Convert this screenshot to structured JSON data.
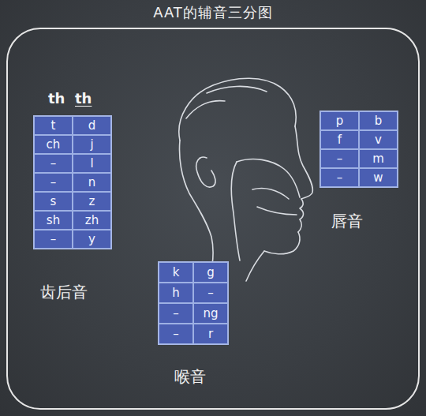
{
  "diagram": {
    "title": "AAT的辅音三分图",
    "nodes": [
      {
        "text": [
          "齿后音"
        ]
      },
      {
        "text": [
          "t"
        ],
        "in": 0
      },
      {
        "text": [
          "d"
        ],
        "in": 0
      },
      {
        "text": [
          "ch"
        ],
        "in": 0
      },
      {
        "text": [
          "j"
        ],
        "in": 0
      },
      {
        "text": [
          "–"
        ],
        "in": 0
      },
      {
        "text": [
          "l"
        ],
        "in": 0
      },
      {
        "text": [
          "–"
        ],
        "in": 0
      },
      {
        "text": [
          "n"
        ],
        "in": 0
      },
      {
        "text": [
          "s"
        ],
        "in": 0
      },
      {
        "text": [
          "z"
        ],
        "in": 0
      },
      {
        "text": [
          "sh"
        ],
        "in": 0
      },
      {
        "text": [
          "zh"
        ],
        "in": 0
      },
      {
        "text": [
          "–"
        ],
        "in": 0
      },
      {
        "text": [
          "y"
        ],
        "in": 0
      },
      {
        "text": [
          "唇音"
        ]
      },
      {
        "text": [
          "p"
        ],
        "in": 15
      },
      {
        "text": [
          "b"
        ],
        "in": 15
      },
      {
        "text": [
          "f"
        ],
        "in": 15
      },
      {
        "text": [
          "v"
        ],
        "in": 15
      },
      {
        "text": [
          "–"
        ],
        "in": 15
      },
      {
        "text": [
          "m"
        ],
        "in": 15
      },
      {
        "text": [
          "–"
        ],
        "in": 15
      },
      {
        "text": [
          "w"
        ],
        "in": 15
      },
      {
        "text": [
          "喉音"
        ]
      },
      {
        "text": [
          "k"
        ],
        "in": 24
      },
      {
        "text": [
          "g"
        ],
        "in": 24
      },
      {
        "text": [
          "h"
        ],
        "in": 24
      },
      {
        "text": [
          "–"
        ],
        "in": 24
      },
      {
        "text": [
          "–"
        ],
        "in": 24
      },
      {
        "text": [
          "ng"
        ],
        "in": 24
      },
      {
        "text": [
          "–"
        ],
        "in": 24
      },
      {
        "text": [
          "r"
        ],
        "in": 24
      }
    ],
    "labels": [
      "th",
      "th"
    ]
  }
}
